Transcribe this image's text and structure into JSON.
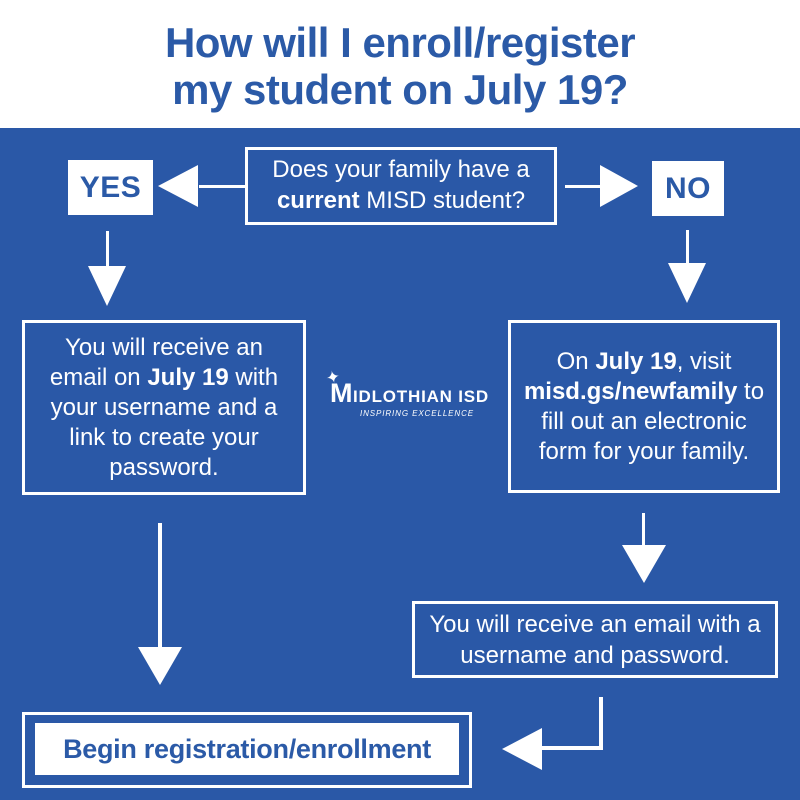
{
  "colors": {
    "background_blue": "#2a58a7",
    "text_blue": "#2b5aa7",
    "white": "#ffffff"
  },
  "header": {
    "title_line1": "How will I enroll/register",
    "title_line2": "my student on July 19?"
  },
  "question": {
    "line1": "Does your family have a",
    "line2_bold": "current",
    "line2_rest": " MISD student?"
  },
  "answers": {
    "yes": "YES",
    "no": "NO"
  },
  "yes_box": {
    "pre": "You will receive an email on ",
    "bold": "July 19",
    "post": " with your username and a link to create your password."
  },
  "no_box": {
    "pre": "On ",
    "bold1": "July 19",
    "mid": ", visit ",
    "bold2": "misd.gs/newfamily",
    "post": " to fill out an electronic form for your family."
  },
  "logo": {
    "star_glyph": "✦",
    "initial": "M",
    "rest": "IDLOTHIAN ISD",
    "tagline": "INSPIRING EXCELLENCE"
  },
  "email_box": {
    "text": "You will receive an email with a username and password."
  },
  "final_box": {
    "text": "Begin registration/enrollment"
  }
}
